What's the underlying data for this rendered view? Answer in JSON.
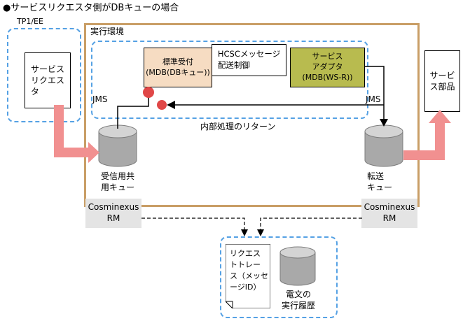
{
  "title": "●サービスリクエスタ側がDBキューの場合",
  "tp1ee": {
    "label": "TP1/EE",
    "service_requester": "サービス\nリクエス\nタ"
  },
  "execution_env": {
    "label": "実行環境",
    "standard_reception": "標準受付\n(MDB(DBキュー))",
    "hcsc_delivery_control": "HCSCメッセージ\n配送制御",
    "service_adapter": "サービス\nアダプタ\n(MDB(WS-R))",
    "jms_left": "JMS",
    "jms_right": "JMS",
    "internal_return_note": "内部処理のリターン",
    "reception_shared_queue": "受信用共\n用キュー",
    "transfer_queue": "転送\nキュー",
    "cosminexus_rm_left": "Cosminexus\nRM",
    "cosminexus_rm_right": "Cosminexus\nRM"
  },
  "service_component": "サービ\nス部品",
  "trace_group": {
    "request_trace": "リクエス\nトトレー\nス（メッセ\nージID）",
    "message_history": "電文の\n実行履歴"
  },
  "colors": {
    "dashed_box_border": "#55a1e4",
    "env_border": "#c99e66",
    "standard_reception_fill": "#f6dcc2",
    "service_adapter_fill": "#b8bb4f",
    "pink_arrow": "#f19090",
    "red_marker": "#e04747",
    "cylinder_body": "#a9a9a9",
    "cylinder_top": "#d4d4d4",
    "rm_panel_fill": "#e4e4e4"
  }
}
